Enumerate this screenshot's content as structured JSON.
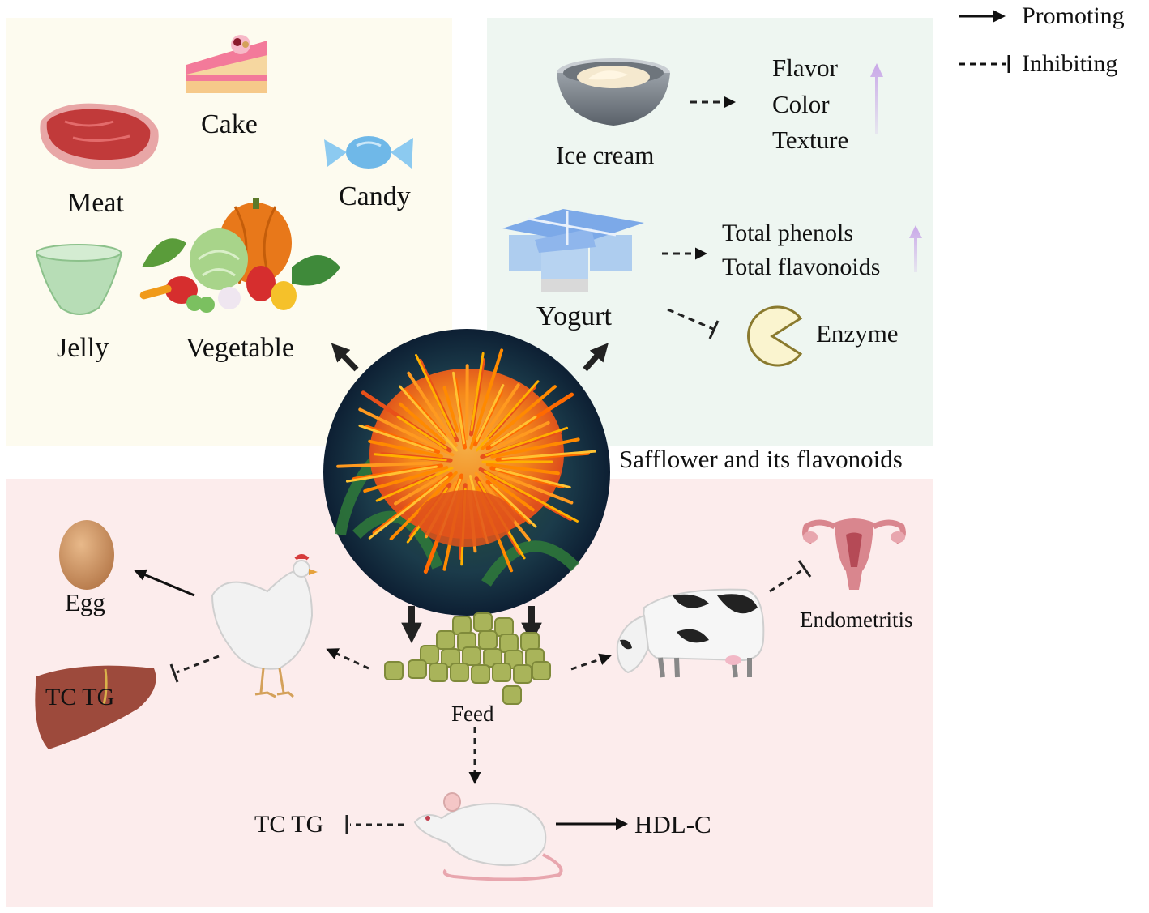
{
  "legend": {
    "promoting": "Promoting",
    "inhibiting": "Inhibiting"
  },
  "food_panel": {
    "cake": "Cake",
    "meat": "Meat",
    "candy": "Candy",
    "jelly": "Jelly",
    "vegetable": "Vegetable"
  },
  "dairy_panel": {
    "ice_cream": "Ice cream",
    "ice_cream_effects": [
      "Flavor",
      "Color",
      "Texture"
    ],
    "yogurt": "Yogurt",
    "yogurt_effects": [
      "Total phenols",
      "Total flavonoids"
    ],
    "enzyme": "Enzyme"
  },
  "center": {
    "title": "Safflower and its flavonoids"
  },
  "animal_panel": {
    "egg": "Egg",
    "liver_label": "TC TG",
    "feed": "Feed",
    "endometritis": "Endometritis",
    "rat_inhibit": "TC TG",
    "rat_promote": "HDL-C"
  },
  "colors": {
    "food_bg": "#fdfbef",
    "dairy_bg": "#eef6f1",
    "animal_bg": "#fcecec",
    "up_arrow": "#c9a8e8"
  }
}
